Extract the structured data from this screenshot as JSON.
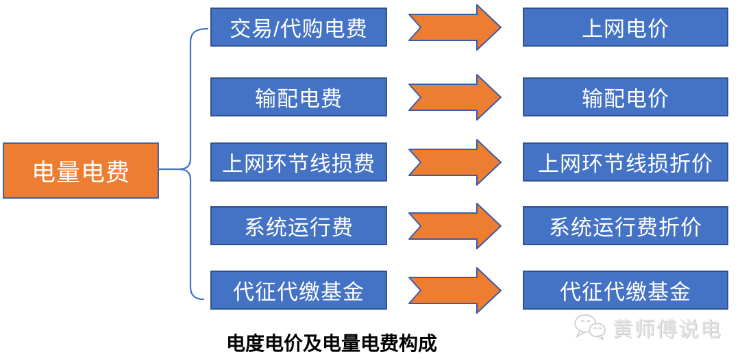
{
  "diagram": {
    "source": {
      "label": "电量电费"
    },
    "rows": [
      {
        "fee": "交易/代购电费",
        "price": "上网电价"
      },
      {
        "fee": "输配电费",
        "price": "输配电价"
      },
      {
        "fee": "上网环节线损费",
        "price": "上网环节线损折价"
      },
      {
        "fee": "系统运行费",
        "price": "系统运行费折价"
      },
      {
        "fee": "代征代缴基金",
        "price": "代征代缴基金"
      }
    ],
    "caption": "电度电价及电量电费构成",
    "watermark": {
      "icon": "wechat-icon",
      "text": "黄师傅说电"
    },
    "colors": {
      "blue": "#4472C4",
      "blue_border": "#2F528F",
      "orange": "#ED7D31",
      "orange_border": "#44619E",
      "line": "#4472C4",
      "arrow_fill": "#ED7D31",
      "arrow_stroke": "#3A5BA9",
      "caption": "#000000",
      "watermark": "#E3E3E3"
    }
  }
}
